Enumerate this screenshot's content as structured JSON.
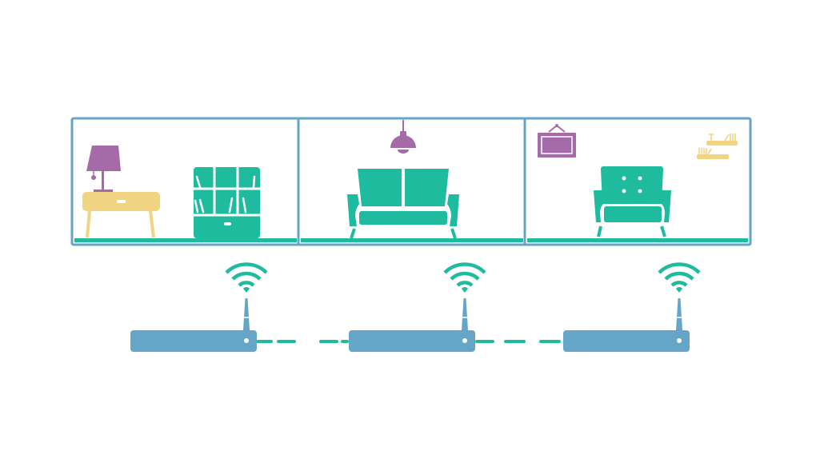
{
  "colors": {
    "frame": "#64a5c8",
    "green": "#1fbb9e",
    "purple": "#a56ba8",
    "yellow": "#f1d481",
    "router": "#64a5c8",
    "background": "#ffffff"
  },
  "rooms": [
    "bedroom",
    "living-room",
    "lounge"
  ],
  "routers": 3
}
